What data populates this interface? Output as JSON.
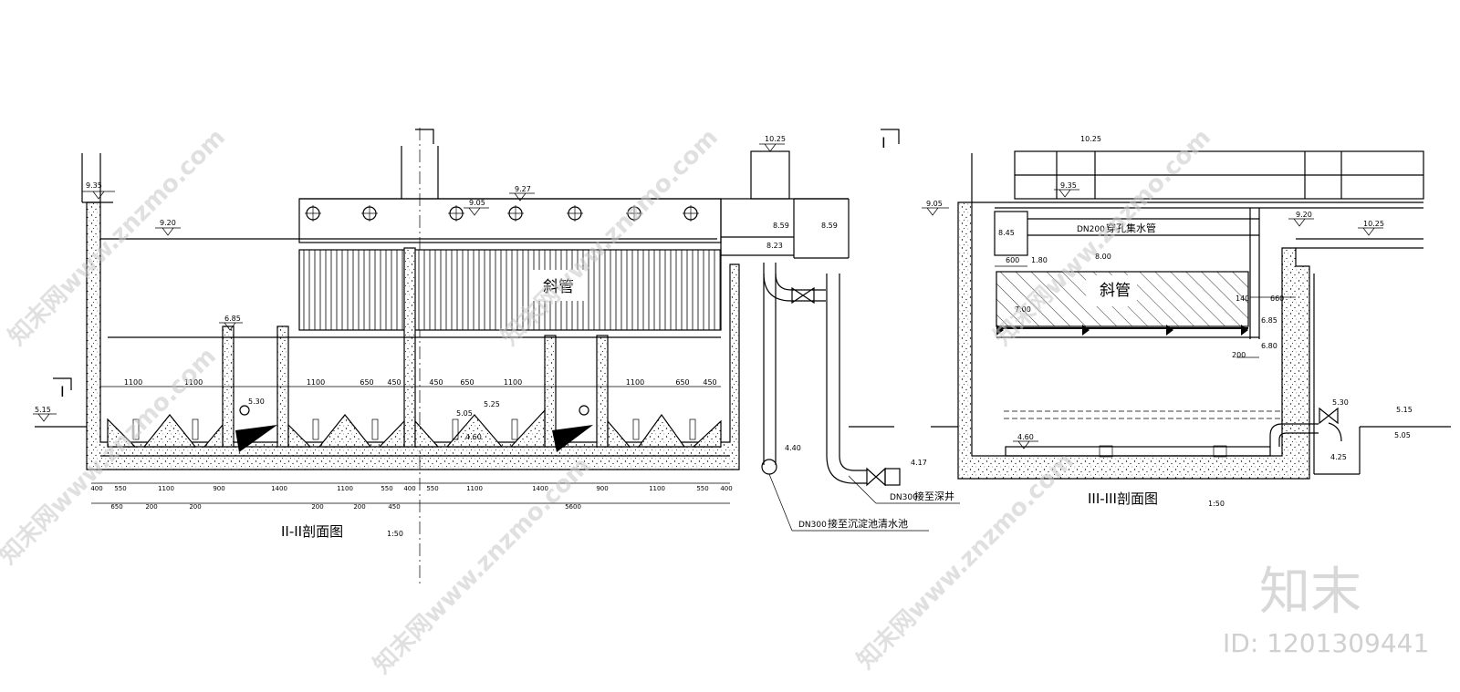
{
  "drawing": {
    "section_ii": {
      "title": "II-II剖面图",
      "scale": "1:50",
      "tube_label": "斜管",
      "section_mark": "I",
      "elevations": [
        "9.35",
        "9.20",
        "9.05",
        "9.27",
        "10.25",
        "8.59",
        "8.59",
        "8.23",
        "6.85",
        "5.30",
        "5.25",
        "5.05",
        "4.60",
        "5.15",
        "4.40",
        "4.17"
      ],
      "dims_top": [
        "1100",
        "1100",
        "1100",
        "650",
        "450",
        "450",
        "650",
        "1100",
        "1100",
        "650",
        "450"
      ],
      "dims_bottom1": [
        "400",
        "550",
        "1100",
        "900",
        "1400",
        "1100",
        "550",
        "400",
        "550",
        "1100",
        "1400",
        "900",
        "1100",
        "550",
        "400"
      ],
      "dims_bottom2": [
        "650",
        "200",
        "200",
        "200",
        "200",
        "450",
        "5600"
      ],
      "pipe_notes": [
        {
          "size": "DN300",
          "text": "接至深井"
        },
        {
          "size": "DN300",
          "text": "接至沉淀池清水池"
        }
      ]
    },
    "section_iii": {
      "title": "III-III剖面图",
      "scale": "1:50",
      "tube_label": "斜管",
      "section_mark": "I",
      "elevations": [
        "10.25",
        "9.35",
        "9.05",
        "9.20",
        "10.25",
        "8.45",
        "1.80",
        "8.00",
        "7.00",
        "6.85",
        "6.80",
        "5.30",
        "5.15",
        "5.05",
        "4.60",
        "4.25"
      ],
      "dims": [
        "600",
        "660",
        "140",
        "200"
      ],
      "pipe_note": {
        "size": "DN200",
        "text": "穿孔集水管"
      }
    }
  },
  "watermark": {
    "brand": "知末",
    "id_text": "ID: 1201309441",
    "diagonal": "知末网www.znzmo.com"
  }
}
